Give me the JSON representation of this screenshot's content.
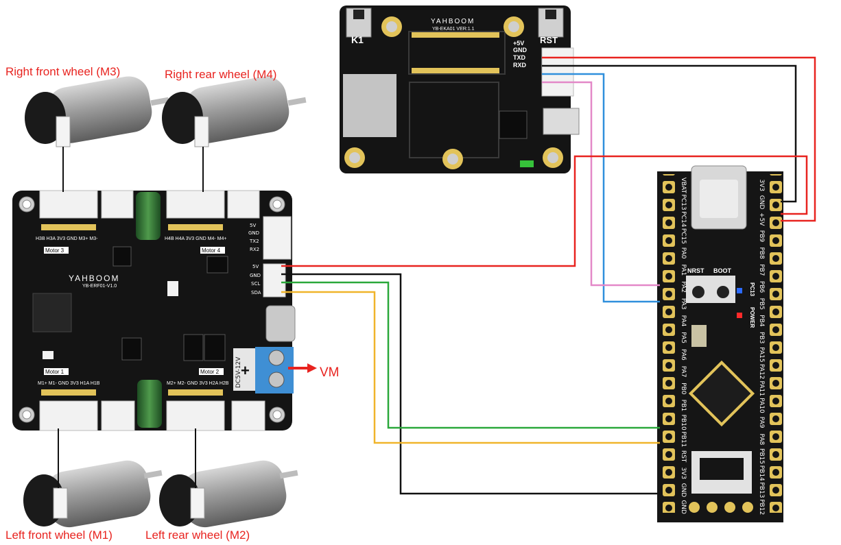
{
  "wheels": {
    "right_front": "Right front wheel (M3)",
    "right_rear": "Right rear wheel (M4)",
    "left_front": "Left front wheel (M1)",
    "left_rear": "Left rear wheel (M2)"
  },
  "vm_label": "VM",
  "motor_board": {
    "brand": "YAHBOOM",
    "model": "YB-ERF01-V1.0",
    "power_in": "DC5V-12V",
    "motor_labels": [
      "Motor 3",
      "Motor 4",
      "Motor 1",
      "Motor 2"
    ],
    "header_pins": [
      "5V",
      "GND",
      "TX2",
      "RX2",
      "5V",
      "GND",
      "SCL",
      "SDA"
    ],
    "top_pins_left": "H3B  H3A  3V3  GND  M3+  M3-",
    "top_pins_right": "H4B  H4A  3V3  GND  M4-  M4+",
    "bottom_pins_left": "M1+  M1-  GND  3V3  H1A  H1B",
    "bottom_pins_right": "M2+  M2-  GND  3V3  H2A  H2B"
  },
  "audio_board": {
    "brand": "YAHBOOM",
    "model": "YB-EKA01 VER:1.1",
    "btn_left": "K1",
    "btn_right": "RST",
    "pins": [
      "+5V",
      "GND",
      "TXD",
      "RXD"
    ]
  },
  "stm_board": {
    "btn1": "NRST",
    "btn2": "BOOT",
    "led1": "PC13",
    "led2": "POWER",
    "left_pins": [
      "VBAT",
      "PC13",
      "PC14",
      "PC15",
      "PA0",
      "PA1",
      "PA2",
      "PA3",
      "PA4",
      "PA5",
      "PA6",
      "PA7",
      "PB0",
      "PB1",
      "PB10",
      "PB11",
      "RST",
      "3V3",
      "GND",
      "GND"
    ],
    "right_pins": [
      "3V3",
      "GND",
      "+5V",
      "PB9",
      "PB8",
      "PB7",
      "PB6",
      "PB5",
      "PB4",
      "PB3",
      "PA15",
      "PA12",
      "PA11",
      "PA10",
      "PA9",
      "PA8",
      "PB15",
      "PB14",
      "PB13",
      "PB12"
    ]
  },
  "colors": {
    "wire_red": "#e8231f",
    "wire_black": "#111111",
    "wire_blue": "#2f8fdc",
    "wire_pink": "#e388c8",
    "wire_green": "#2aa83a",
    "wire_yellow": "#f0b42a",
    "pcb": "#151515",
    "pad_gold": "#e2c35a"
  }
}
